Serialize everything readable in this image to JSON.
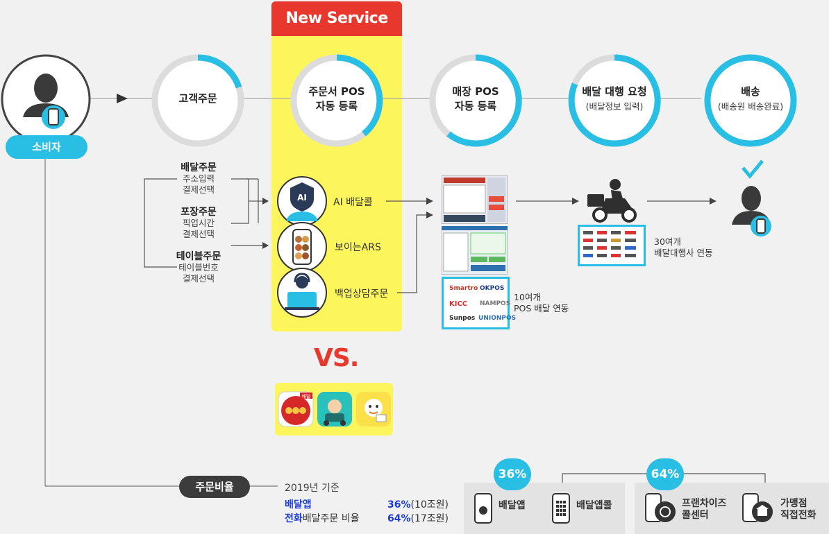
{
  "new_service": "New Service",
  "consumer": "소비자",
  "steps": [
    {
      "title": "고객주문",
      "sub": ""
    },
    {
      "title": "주문서 POS\n자동 등록",
      "sub": ""
    },
    {
      "title": "매장 POS\n자동 등록",
      "sub": ""
    },
    {
      "title": "배달 대행 요청",
      "sub": "(배달정보 입력)"
    },
    {
      "title": "배송",
      "sub": "(배송원 배송완료)"
    }
  ],
  "order_types": [
    {
      "title": "배달주문",
      "lines": [
        "주소입력",
        "결제선택"
      ]
    },
    {
      "title": "포장주문",
      "lines": [
        "픽업시간",
        "결제선택"
      ]
    },
    {
      "title": "테이블주문",
      "lines": [
        "테이블번호",
        "결제선택"
      ]
    }
  ],
  "services": [
    "AI 배달콜",
    "보이는ARS",
    "백업상담주문"
  ],
  "ai_badge": "AI",
  "pos_note": [
    "10여개",
    "POS 배달 연동"
  ],
  "delivery_note": [
    "30여개",
    "배달대행사 연동"
  ],
  "pos_brands": [
    "Smartro",
    "OKPOS",
    "KICC",
    "NAMPOS",
    "Sunpos",
    "UNIONPOS"
  ],
  "vs": "VS.",
  "apps_sticker": "배달",
  "ratio_label": "주문비율",
  "ratio_year": "2019년 기준",
  "ratio_lines": [
    {
      "hl": "배달앱",
      "rest": "",
      "value": "36%",
      "amount": "(10조원)"
    },
    {
      "hl": "전화",
      "rest": "배달주문 비율",
      "value": "64%",
      "amount": "(17조원)"
    }
  ],
  "stat_left": {
    "pct": "36%",
    "items": [
      "배달앱",
      "배달앱콜"
    ]
  },
  "stat_right": {
    "pct": "64%",
    "items": [
      "프랜차이즈\n콜센터",
      "가맹점\n직접전화"
    ]
  },
  "colors": {
    "accent": "#29bfe4",
    "red": "#e8372d",
    "yellow": "#fdf55c",
    "blue_text": "#1a3bd6"
  }
}
